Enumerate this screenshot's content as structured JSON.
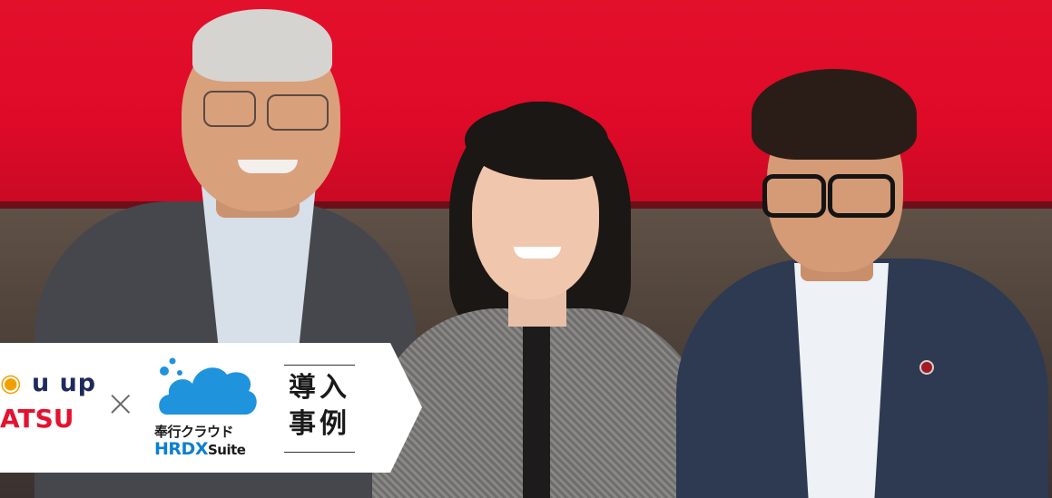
{
  "scene": {
    "background": {
      "upper": "#e3102c",
      "lower": "#4d4139"
    },
    "people": [
      {
        "name": "left-man",
        "suit": "#45474c",
        "shirt": "#d7dfe8"
      },
      {
        "name": "centre-woman",
        "dress": "#7d7b7a",
        "hair": "#1b1714"
      },
      {
        "name": "right-man",
        "suit": "#2d3a52",
        "shirt": "#eef1f5"
      }
    ]
  },
  "logo_card": {
    "brand_one": {
      "top_text": "u up",
      "bottom_text": "ATSU",
      "colors": {
        "top": "#1f2a5c",
        "bottom": "#e4122f",
        "ring": "#f2a000"
      }
    },
    "separator": "×",
    "brand_two": {
      "icon": "cloud-icon",
      "jp_text": "奉行クラウド",
      "en_text_prefix": "HR",
      "en_text_main": "DX",
      "en_text_suffix": "Suite",
      "colors": {
        "cloud": "#1f93dc",
        "en": "#0d7fd0"
      }
    },
    "case_label_line1": "導入",
    "case_label_line2": "事例"
  }
}
